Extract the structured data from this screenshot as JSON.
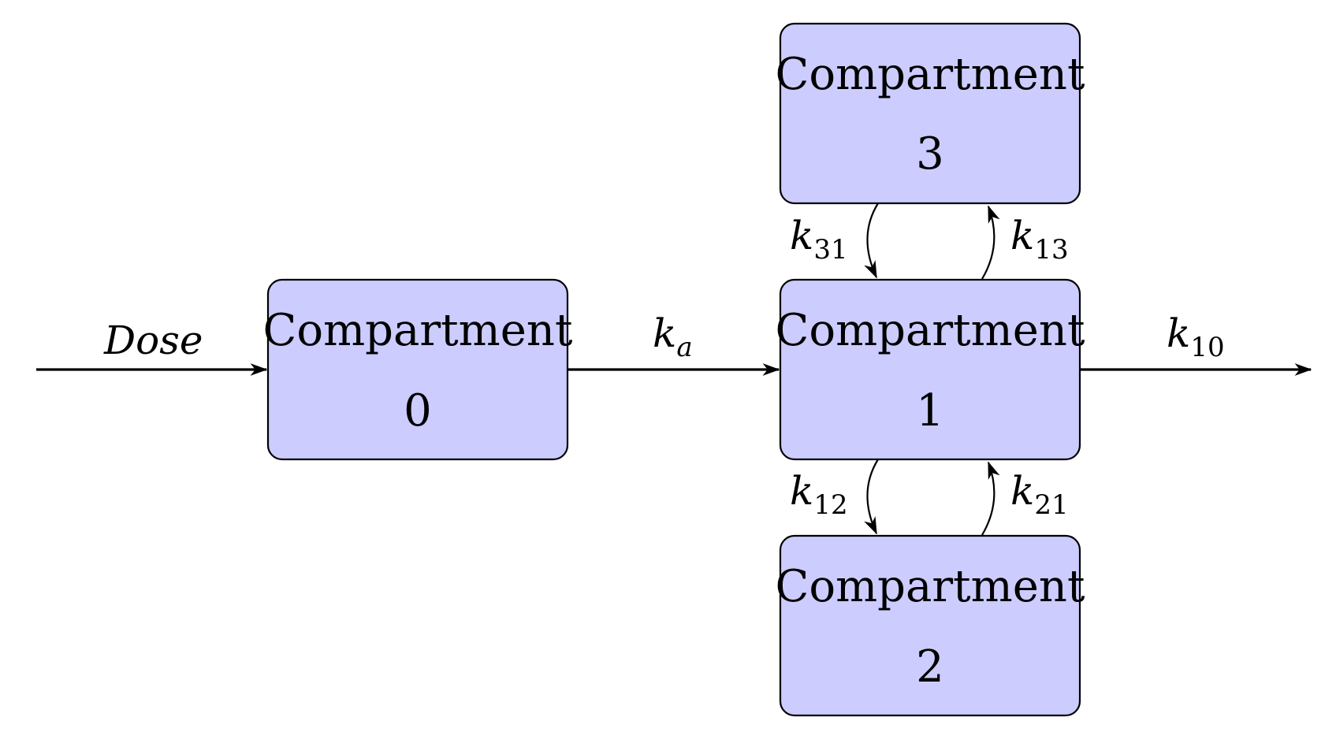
{
  "compartments": [
    {
      "id": "c0",
      "word": "Compartment",
      "number": "0"
    },
    {
      "id": "c1",
      "word": "Compartment",
      "number": "1"
    },
    {
      "id": "c2",
      "word": "Compartment",
      "number": "2"
    },
    {
      "id": "c3",
      "word": "Compartment",
      "number": "3"
    }
  ],
  "rates": {
    "dose": {
      "main": "Dose",
      "sub": ""
    },
    "ka": {
      "main": "k",
      "sub": "a"
    },
    "k10": {
      "main": "k",
      "sub": "10"
    },
    "k31": {
      "main": "k",
      "sub": "31"
    },
    "k13": {
      "main": "k",
      "sub": "13"
    },
    "k12": {
      "main": "k",
      "sub": "12"
    },
    "k21": {
      "main": "k",
      "sub": "21"
    }
  },
  "colors": {
    "box_fill": "#ccccff",
    "stroke": "#000000"
  }
}
